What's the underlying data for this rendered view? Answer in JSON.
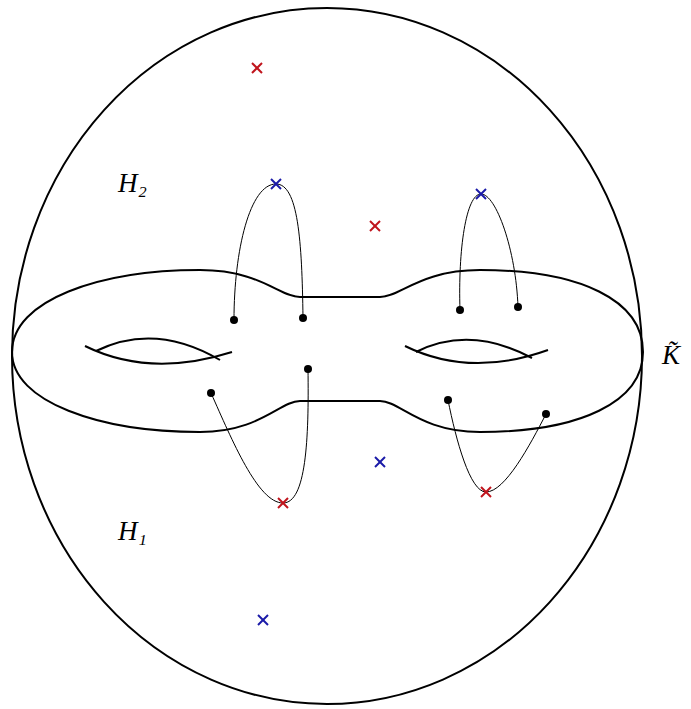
{
  "diagram": {
    "labels": [
      "H₂",
      "H₁",
      "K̃"
    ]
  }
}
